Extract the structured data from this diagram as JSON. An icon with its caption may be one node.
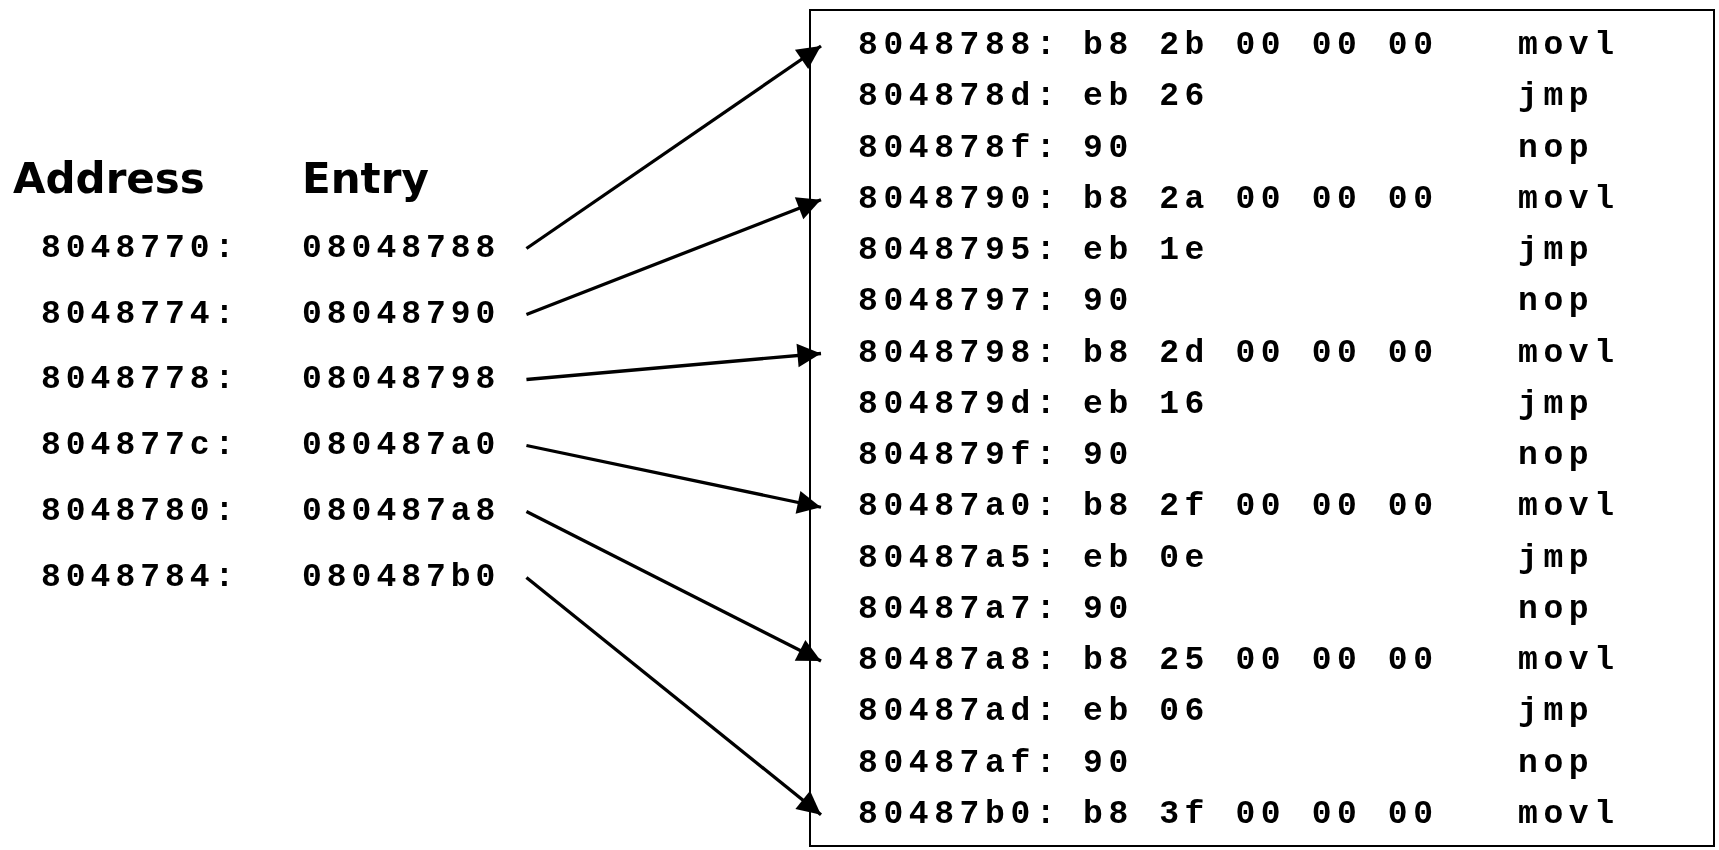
{
  "diagram": {
    "nodes": [
      {
        "text": [
          "08048788"
        ]
      },
      {
        "text": [
          "08048790"
        ]
      },
      {
        "text": [
          "08048798"
        ]
      },
      {
        "text": [
          "080487a0"
        ]
      },
      {
        "text": [
          "080487a8"
        ]
      },
      {
        "text": [
          "080487b0"
        ]
      },
      {
        "text": [],
        "shape": "box"
      },
      {
        "text": [
          "8048788:",
          "b8 2b 00 00 00",
          "movl"
        ],
        "in": 6
      },
      {
        "text": [
          "804878d:",
          "eb 26",
          "jmp"
        ],
        "in": 6
      },
      {
        "text": [
          "804878f:",
          "90",
          "nop"
        ],
        "in": 6
      },
      {
        "text": [
          "8048790:",
          "b8 2a 00 00 00",
          "movl"
        ],
        "in": 6
      },
      {
        "text": [
          "8048795:",
          "eb 1e",
          "jmp"
        ],
        "in": 6
      },
      {
        "text": [
          "8048797:",
          "90",
          "nop"
        ],
        "in": 6
      },
      {
        "text": [
          "8048798:",
          "b8 2d 00 00 00",
          "movl"
        ],
        "in": 6
      },
      {
        "text": [
          "804879d:",
          "eb 16",
          "jmp"
        ],
        "in": 6
      },
      {
        "text": [
          "804879f:",
          "90",
          "nop"
        ],
        "in": 6
      },
      {
        "text": [
          "80487a0:",
          "b8 2f 00 00 00",
          "movl"
        ],
        "in": 6
      },
      {
        "text": [
          "80487a5:",
          "eb 0e",
          "jmp"
        ],
        "in": 6
      },
      {
        "text": [
          "80487a7:",
          "90",
          "nop"
        ],
        "in": 6
      },
      {
        "text": [
          "80487a8:",
          "b8 25 00 00 00",
          "movl"
        ],
        "in": 6
      },
      {
        "text": [
          "80487ad:",
          "eb 06",
          "jmp"
        ],
        "in": 6
      },
      {
        "text": [
          "80487af:",
          "90",
          "nop"
        ],
        "in": 6
      },
      {
        "text": [
          "80487b0:",
          "b8 3f 00 00 00",
          "movl"
        ],
        "in": 6
      }
    ],
    "edges": [
      {
        "from": 0,
        "to": 7,
        "arrow": "to"
      },
      {
        "from": 1,
        "to": 10,
        "arrow": "to"
      },
      {
        "from": 2,
        "to": 13,
        "arrow": "to"
      },
      {
        "from": 3,
        "to": 16,
        "arrow": "to"
      },
      {
        "from": 4,
        "to": 19,
        "arrow": "to"
      },
      {
        "from": 5,
        "to": 22,
        "arrow": "to"
      }
    ],
    "labels": [
      "Address",
      "Entry",
      "8048770:",
      "8048774:",
      "8048778:",
      "804877c:",
      "8048780:",
      "8048784:"
    ]
  }
}
